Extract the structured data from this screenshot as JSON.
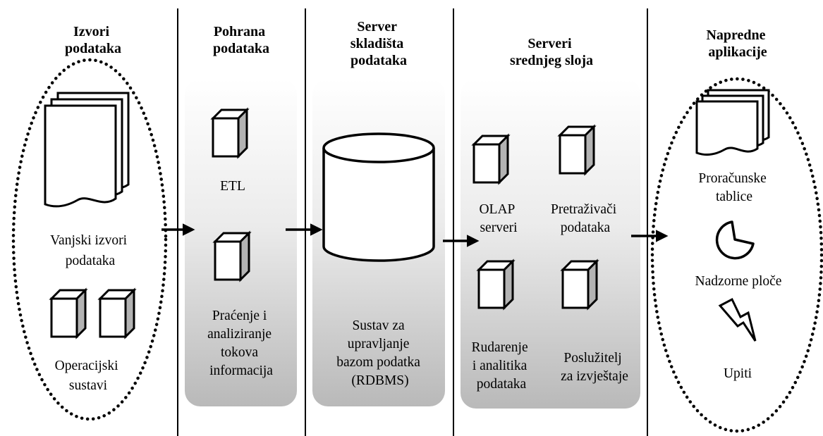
{
  "columns": [
    {
      "heading": [
        "Izvori",
        "podataka"
      ],
      "items": [
        {
          "label": [
            "Vanjski izvori",
            "podataka"
          ]
        },
        {
          "label": [
            "Operacijski",
            "sustavi"
          ]
        }
      ]
    },
    {
      "heading": [
        "Pohrana",
        "podataka"
      ],
      "items": [
        {
          "label": [
            "ETL"
          ]
        },
        {
          "label": [
            "Praćenje i",
            "analiziranje",
            "tokova",
            "informacija"
          ]
        }
      ]
    },
    {
      "heading": [
        "Server",
        "skladišta",
        "podataka"
      ],
      "items": [
        {
          "label": [
            "Sustav za",
            "upravljanje",
            "bazom podatka",
            "(RDBMS)"
          ]
        }
      ]
    },
    {
      "heading": [
        "Serveri",
        "srednjeg sloja"
      ],
      "items": [
        {
          "label": [
            "OLAP",
            "serveri"
          ]
        },
        {
          "label": [
            "Pretraživači",
            "podataka"
          ]
        },
        {
          "label": [
            "Rudarenje",
            "i analitika",
            "podataka"
          ]
        },
        {
          "label": [
            "Poslužitelj",
            "za izvještaje"
          ]
        }
      ]
    },
    {
      "heading": [
        "Napredne",
        "aplikacije"
      ],
      "items": [
        {
          "label": [
            "Proračunske",
            "tablice"
          ]
        },
        {
          "label": [
            "Nadzorne ploče"
          ]
        },
        {
          "label": [
            "Upiti"
          ]
        }
      ]
    }
  ],
  "icons": {
    "document": "document-stack-icon",
    "cube": "cube-icon",
    "database": "database-cylinder-icon",
    "pie": "pie-chart-icon",
    "lightning": "lightning-icon"
  },
  "colors": {
    "panel_top": "#ffffff",
    "panel_bottom": "#b9b9b9",
    "stroke": "#000000",
    "cube_side": "#b3b3b3"
  }
}
